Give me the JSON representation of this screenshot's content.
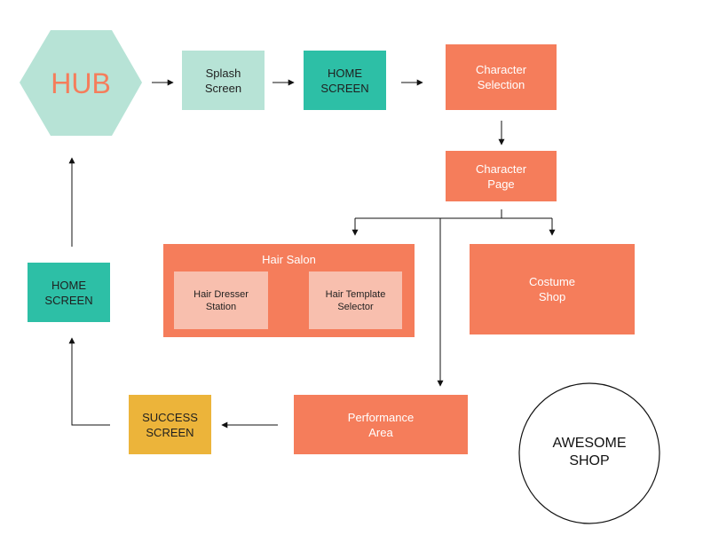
{
  "colors": {
    "mint": "#b7e3d6",
    "teal": "#2dbfa6",
    "coral": "#f57d5b",
    "pink": "#f8bfae",
    "yellow": "#ecb43a"
  },
  "nodes": {
    "hub": "HUB",
    "splash": "Splash\nScreen",
    "home_top": "HOME\nSCREEN",
    "character_selection": "Character\nSelection",
    "character_page": "Character\nPage",
    "hair_salon": "Hair Salon",
    "hair_dresser": "Hair Dresser\nStation",
    "hair_template": "Hair Template\nSelector",
    "costume_shop": "Costume\nShop",
    "home_left": "HOME\nSCREEN",
    "performance": "Performance\nArea",
    "success": "SUCCESS\nSCREEN",
    "awesome_shop": "AWESOME\nSHOP"
  }
}
